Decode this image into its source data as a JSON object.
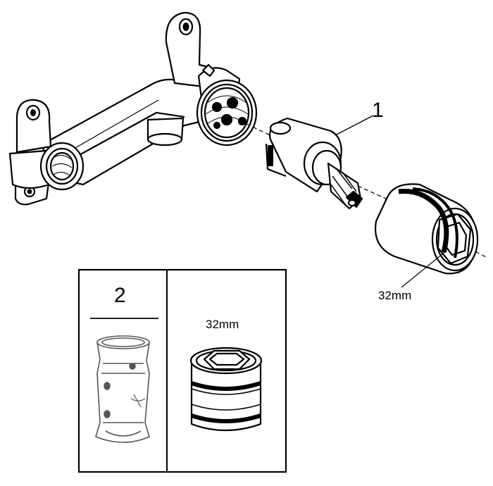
{
  "diagram": {
    "callouts": {
      "cartridge": "1",
      "tool_kit": "2"
    },
    "sizes": {
      "nut_wrench": "32mm",
      "box_nut": "32mm"
    }
  }
}
